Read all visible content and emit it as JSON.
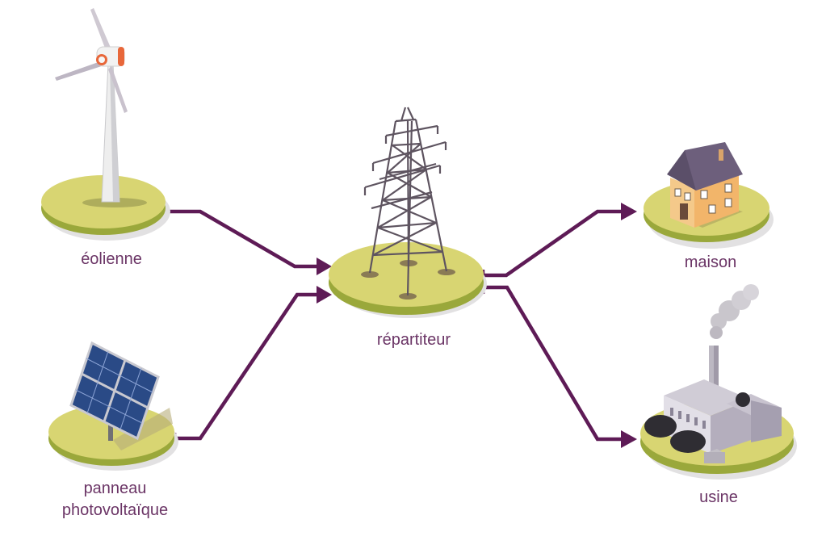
{
  "nodes": {
    "wind_turbine": {
      "label": "éolienne",
      "icon": "wind-turbine-icon"
    },
    "solar_panel": {
      "label": "panneau\nphotovoltaïque",
      "icon": "solar-panel-icon"
    },
    "distributor": {
      "label": "répartiteur",
      "icon": "power-pylon-icon"
    },
    "house": {
      "label": "maison",
      "icon": "house-icon"
    },
    "factory": {
      "label": "usine",
      "icon": "factory-icon"
    }
  },
  "edges": [
    {
      "from": "éolienne",
      "to": "répartiteur"
    },
    {
      "from": "panneau photovoltaïque",
      "to": "répartiteur"
    },
    {
      "from": "répartiteur",
      "to": "maison"
    },
    {
      "from": "répartiteur",
      "to": "usine"
    }
  ],
  "colors": {
    "connector": "#5e1b56",
    "label": "#6b3566",
    "platform_top": "#d8d572",
    "platform_side": "#9aa83b"
  }
}
